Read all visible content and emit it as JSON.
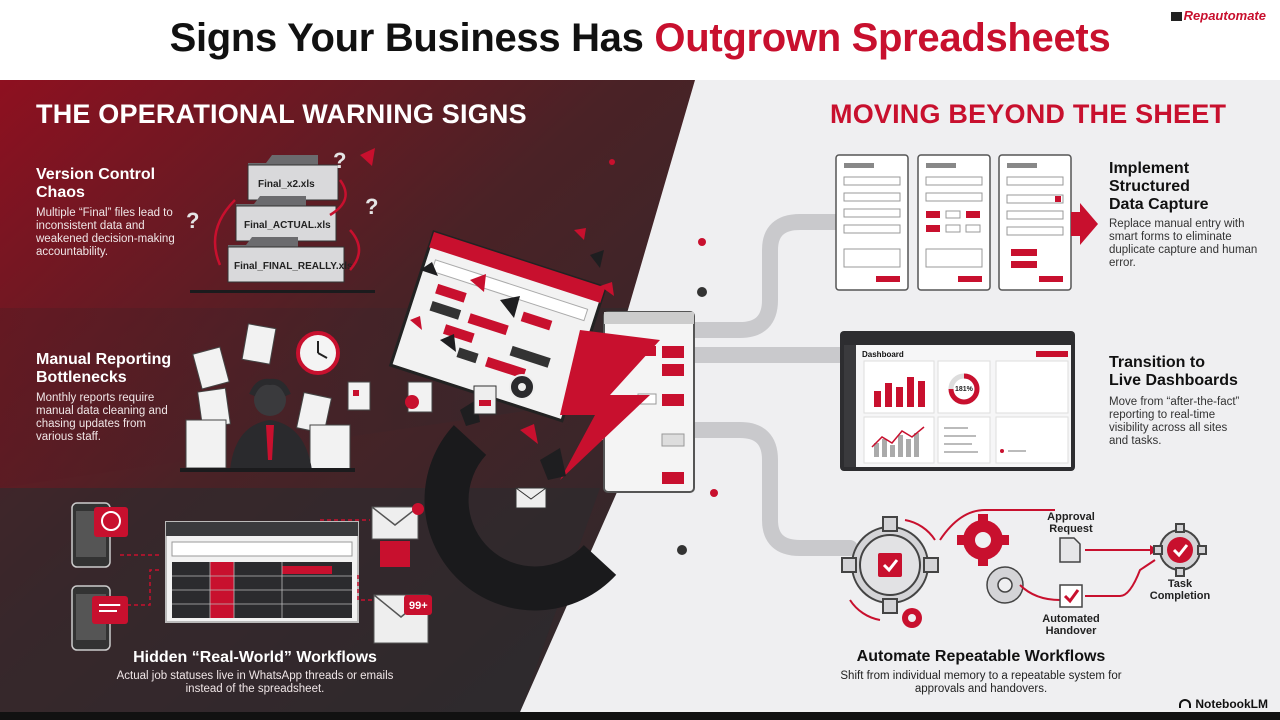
{
  "header": {
    "title_part1": "Signs Your Business Has ",
    "title_part2": "Outgrown Spreadsheets",
    "brand": "Repautomate"
  },
  "left_panel": {
    "title": "THE OPERATIONAL WARNING SIGNS",
    "version_control": {
      "title": "Version Control Chaos",
      "desc": "Multiple “Final” files lead to inconsistent data and weakened decision-making accountability.",
      "files": [
        "Final_x2.xls",
        "Final_ACTUAL.xls",
        "Final_FINAL_REALLY.xls"
      ]
    },
    "manual_reporting": {
      "title": "Manual Reporting Bottlenecks",
      "desc": "Monthly reports require manual data cleaning and chasing updates from various staff."
    },
    "hidden_workflows": {
      "title": "Hidden “Real-World” Workflows",
      "desc": "Actual job statuses live in WhatsApp threads or emails instead of the spreadsheet.",
      "badge": "99+"
    }
  },
  "right_panel": {
    "title": "MOVING BEYOND THE SHEET",
    "structured_capture": {
      "title": "Implement Structured Data Capture",
      "desc": "Replace manual entry with smart forms to eliminate duplicate capture and human error."
    },
    "live_dashboards": {
      "title": "Transition to Live Dashboards",
      "desc": "Move from “after-the-fact” reporting to real-time visibility across all sites and tasks.",
      "dashboard_label": "Dashboard",
      "gauge_value": "181%"
    },
    "automate": {
      "title": "Automate Repeatable Workflows",
      "desc": "Shift from individual memory to a repeatable system for approvals and handovers.",
      "approval": "Approval Request",
      "handover": "Automated Handover",
      "completion": "Task Completion"
    }
  },
  "footer": {
    "notebook": "NotebookLM"
  },
  "colors": {
    "accent": "#c8102e",
    "dark": "#2b2b2e",
    "light_bg": "#efeff1"
  }
}
